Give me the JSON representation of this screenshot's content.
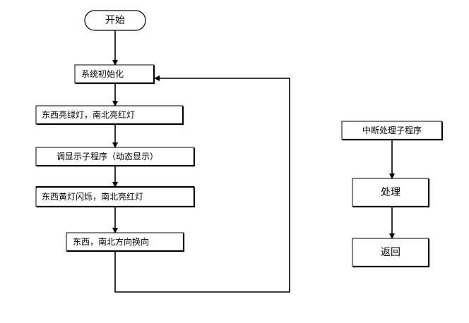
{
  "main_flow": {
    "start": "开始",
    "steps": [
      "系统初始化",
      "东西亮绿灯，南北亮红灯",
      "调显示子程序（动态显示）",
      "东西黄灯闪烁，南北亮红灯",
      "东西，南北方向换向"
    ]
  },
  "interrupt_flow": {
    "title": "中断处理子程序",
    "process": "处理",
    "return": "返回"
  }
}
